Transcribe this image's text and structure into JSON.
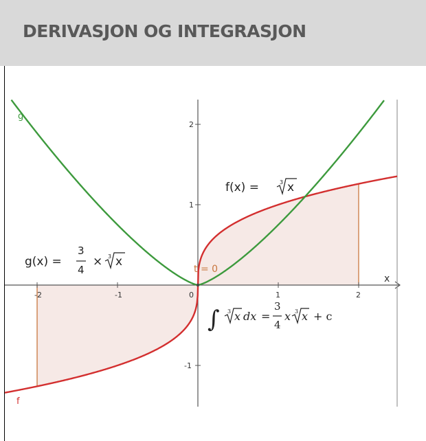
{
  "header": {
    "title": "DERIVASJON OG INTEGRASJON"
  },
  "colors": {
    "f": "#d32f2f",
    "g": "#3d9a3d",
    "fill": "#f6e9e6",
    "vertical_lines": "#c8773e",
    "axis": "#555555"
  },
  "chart_data": {
    "type": "line",
    "title": "",
    "xlabel": "x",
    "ylabel": "",
    "xlim": [
      -2.25,
      2.45
    ],
    "ylim": [
      -1.5,
      2.3
    ],
    "x_ticks": [
      "-2",
      "-1",
      "0",
      "1",
      "2"
    ],
    "y_ticks": [
      "2",
      "1",
      "-1"
    ],
    "x_tick_values": [
      -2,
      -1,
      0,
      1,
      2
    ],
    "y_tick_values": [
      2,
      1,
      -1
    ],
    "grid": false,
    "series": [
      {
        "name": "f",
        "expr": "cbrt(x)",
        "color": "#d32f2f"
      },
      {
        "name": "g",
        "expr": "0.75*x*cbrt(x)",
        "color": "#3d9a3d"
      }
    ],
    "shaded_region": {
      "between": "f and x-axis",
      "x_from": -2,
      "x_to": 2
    },
    "vertical_segments_x": [
      -2,
      2
    ],
    "labels": {
      "f_name": "f",
      "g_name": "g",
      "f_formula": {
        "prefix": "f(x) = ",
        "root_index": "3",
        "radicand": "x"
      },
      "g_formula": {
        "prefix": "g(x) = ",
        "numerator": "3",
        "denominator": "4",
        "times": "×",
        "root_index": "3",
        "radicand": "x"
      },
      "t_label": "t = 0",
      "integral": {
        "sign": "∫",
        "root_index": "3",
        "radicand": "x",
        "differential": "dx",
        "equals": "=",
        "numerator": "3",
        "denominator": "4",
        "x_factor": "x",
        "root_index_2": "3",
        "radicand_2": "x",
        "plus_c": "+ c"
      }
    }
  }
}
